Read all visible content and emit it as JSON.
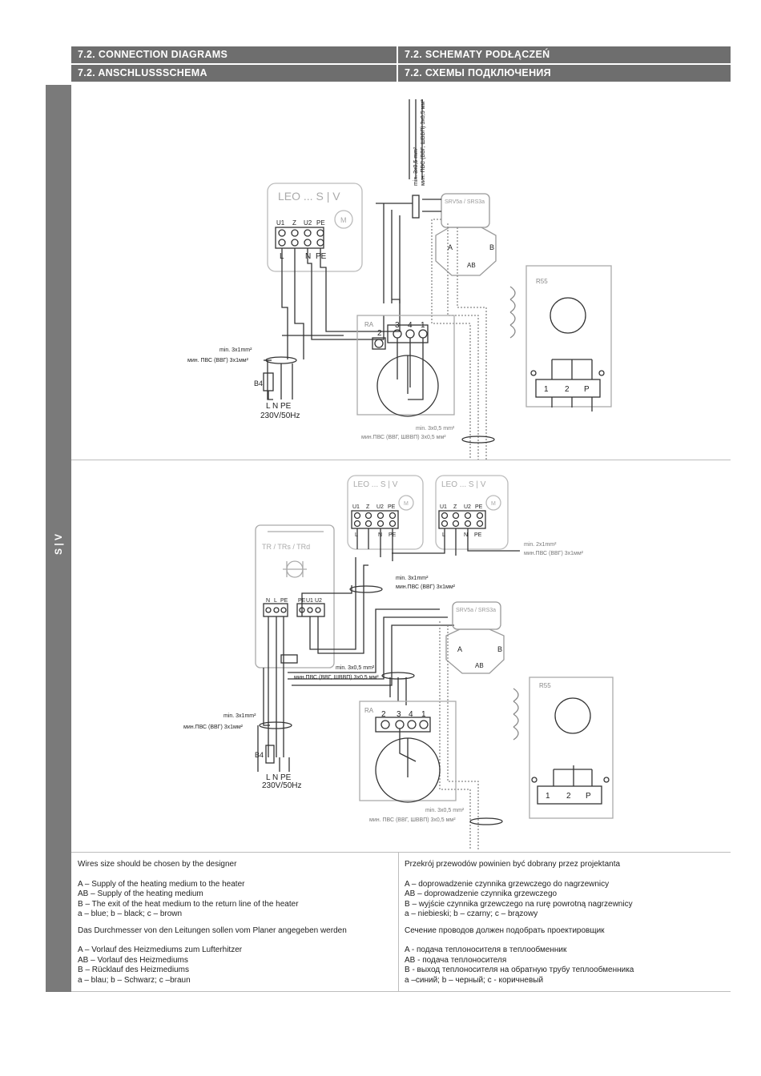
{
  "headers": {
    "en": "7.2. CONNECTION DIAGRAMS",
    "pl": "7.2. SCHEMATY PODŁĄCZEŃ",
    "de": "7.2. ANSCHLUSSSCHEMA",
    "ru": "7.2. СХЕМЫ ПОДКЛЮЧЕНИЯ"
  },
  "sidebar_label": "S | V",
  "diagram1": {
    "leo_label": "LEO ... S | V",
    "motor": "M",
    "terminals_top": [
      "U1",
      "Z",
      "U2",
      "PE"
    ],
    "terminals_bottom": [
      "L",
      "N",
      "PE"
    ],
    "cable_top": "min. 3x0,5 mm²",
    "cable_top_ru": "мин. ПВС (ВВГ, ШВВП) 3x0,5 мм²",
    "srv_label": "SRV5a / SRS3a",
    "valve_a": "A",
    "valve_b": "B",
    "valve_ab": "AB",
    "r55": "R55",
    "ra": "RA",
    "ra_terminals": [
      "2",
      "3",
      "4",
      "1"
    ],
    "r55_terminals": [
      "1",
      "2",
      "P"
    ],
    "cable_power": "min. 3x1mm²",
    "cable_power_ru": "мин. ПВС (ВВГ) 3x1мм²",
    "b4": "B4",
    "supply_terms": "L N PE",
    "supply": "230V/50Hz",
    "cable_r55": "min. 3x0,5 mm²",
    "cable_r55_ru": "мин.ПВС (ВВГ, ШВВП) 3x0,5 мм²"
  },
  "diagram2": {
    "leo_label": "LEO ... S | V",
    "motor": "M",
    "terminals_top": [
      "U1",
      "Z",
      "U2",
      "PE"
    ],
    "terminals_bottom": [
      "L",
      "N",
      "PE"
    ],
    "tr_label": "TR / TRs / TRd",
    "tr_terminals": [
      "N",
      "L",
      "PE",
      "PE",
      "U1",
      "U2"
    ],
    "cable_leo": "min. 2x1mm²",
    "cable_leo_ru": "мин.ПВС (ВВГ) 3x1мм²",
    "cable_tr": "min. 3x1mm²",
    "cable_tr_ru": "мин.ПВС (ВВГ) 3x1мм²",
    "srv_label": "SRV5a / SRS3a",
    "valve_a": "A",
    "valve_b": "B",
    "valve_ab": "AB",
    "cable_ctrl": "min. 3x0,5 mm²",
    "cable_ctrl_ru": "мин.ПВС (ВВГ, ШВВП) 3x0,5 мм²",
    "cable_power": "min. 3x1mm²",
    "cable_power_ru": "мин.ПВС (ВВГ) 3x1мм²",
    "b4": "B4",
    "supply_terms": "L N PE",
    "supply": "230V/50Hz",
    "r55": "R55",
    "ra": "RA",
    "ra_terminals": [
      "2",
      "3",
      "4",
      "1"
    ],
    "r55_terminals": [
      "1",
      "2",
      "P"
    ],
    "cable_r55": "min. 3x0,5 mm²",
    "cable_r55_ru": "мин. ПВС (ВВГ, ШВВП) 3x0,5 мм²"
  },
  "notes": {
    "en": {
      "intro": "Wires size should be chosen by the designer",
      "lines": [
        "A – Supply of the heating medium to the heater",
        "AB – Supply of the heating medium",
        "B – The exit of the heat medium to the return line of the heater",
        "a – blue; b – black; c – brown"
      ]
    },
    "de": {
      "intro": "Das Durchmesser von den Leitungen sollen vom Planer angegeben werden",
      "lines": [
        "A – Vorlauf des Heizmediums zum Lufterhitzer",
        "AB – Vorlauf des Heizmediums",
        "B – Rücklauf des Heizmediums",
        "a – blau; b – Schwarz; c –braun"
      ]
    },
    "pl": {
      "intro": "Przekrój przewodów powinien być dobrany przez projektanta",
      "lines": [
        "A – doprowadzenie czynnika grzewczego do nagrzewnicy",
        "AB – doprowadzenie czynnika grzewczego",
        "B – wyjście czynnika grzewczego na rurę powrotną nagrzewnicy",
        "a – niebieski; b – czarny; c – brązowy"
      ]
    },
    "ru": {
      "intro": "Сечение проводов должен подобрать проектировщик",
      "lines": [
        "A - подача теплоносителя в теплообменник",
        "AB - подача теплоносителя",
        "B - выход теплоносителя на обратную трубу теплообменника",
        "a –синий; b – черный; c - коричневый"
      ]
    }
  }
}
